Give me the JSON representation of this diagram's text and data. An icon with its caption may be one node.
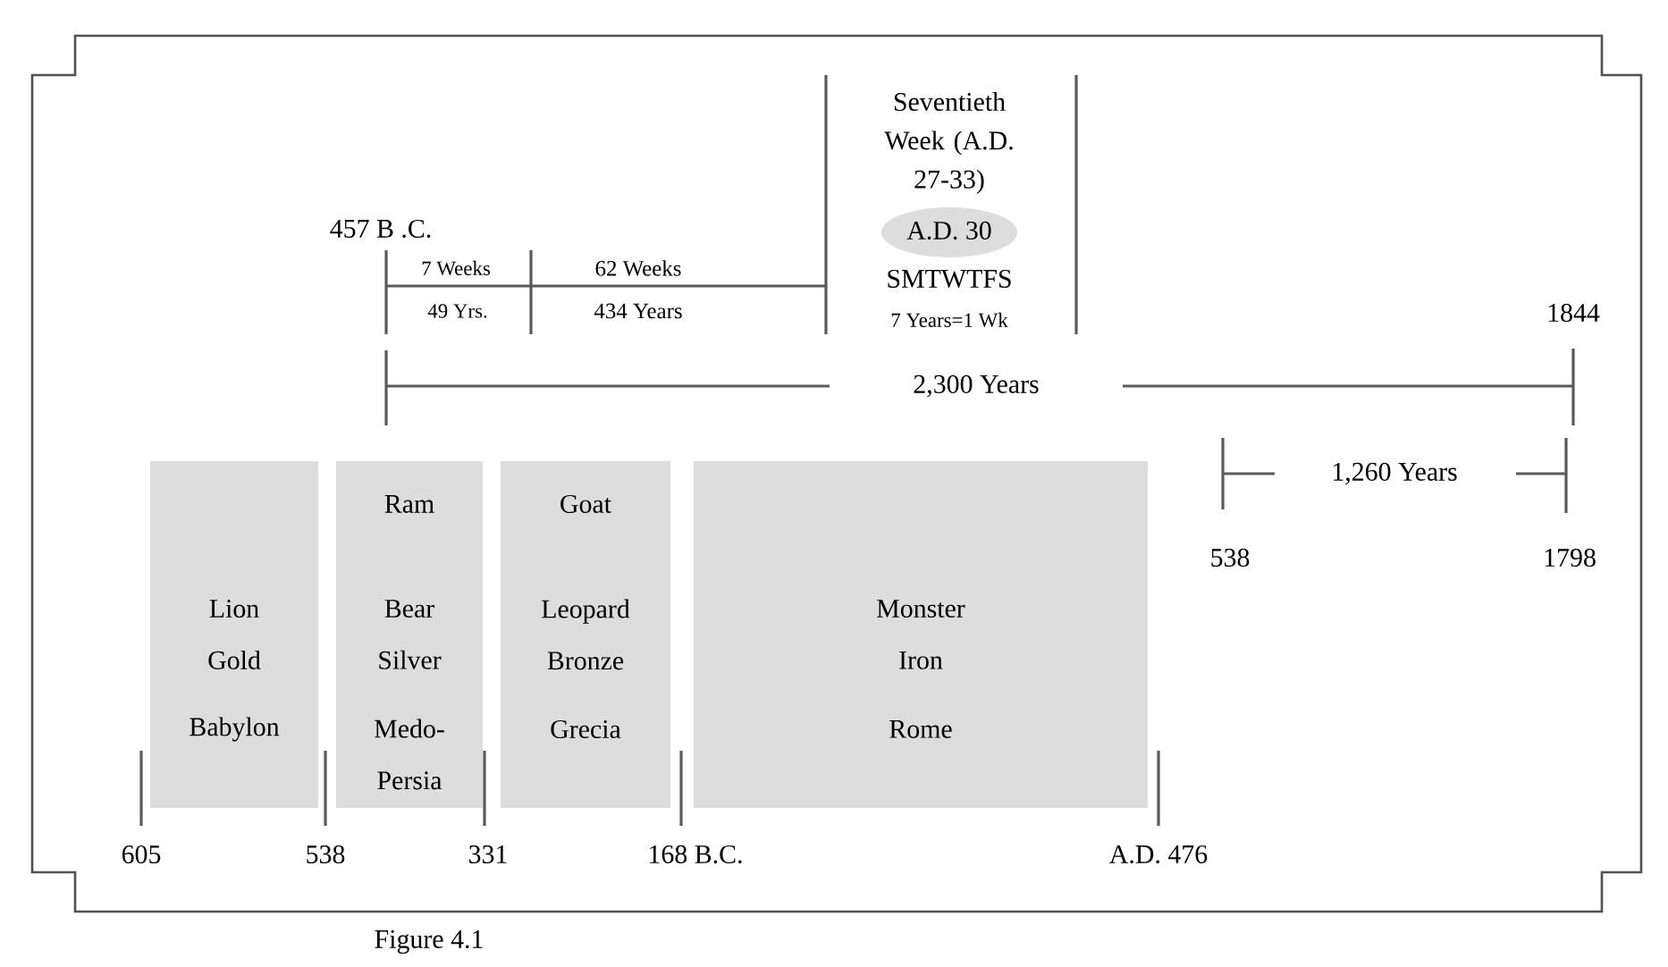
{
  "diagram": {
    "caption": "Figure 4.1",
    "nodes": [
      {
        "text": [
          "Lion Gold",
          "Babylon"
        ],
        "beside": [
          "605",
          "538"
        ]
      },
      {
        "text": [
          "Ram",
          "Bear Silver",
          "Medo-Persia"
        ],
        "beside": [
          "331"
        ]
      },
      {
        "text": [
          "Goat",
          "Leopard Bronze",
          "Grecia"
        ],
        "beside": [
          "168 B.C."
        ]
      },
      {
        "text": [
          "Monster Iron",
          "Rome"
        ],
        "beside": [
          "A.D. 476"
        ]
      }
    ],
    "labels": [
      "Seventieth Week (A.D. 27-33)",
      "457 B .C.",
      "A.D. 30",
      "7 Weeks",
      "62 Weeks",
      "SMTWTFS",
      "49 Yrs.",
      "434 Years",
      "7 Years=1 Wk",
      "1844",
      "2,300 Years",
      "1,260 Years",
      "538",
      "1798"
    ]
  }
}
